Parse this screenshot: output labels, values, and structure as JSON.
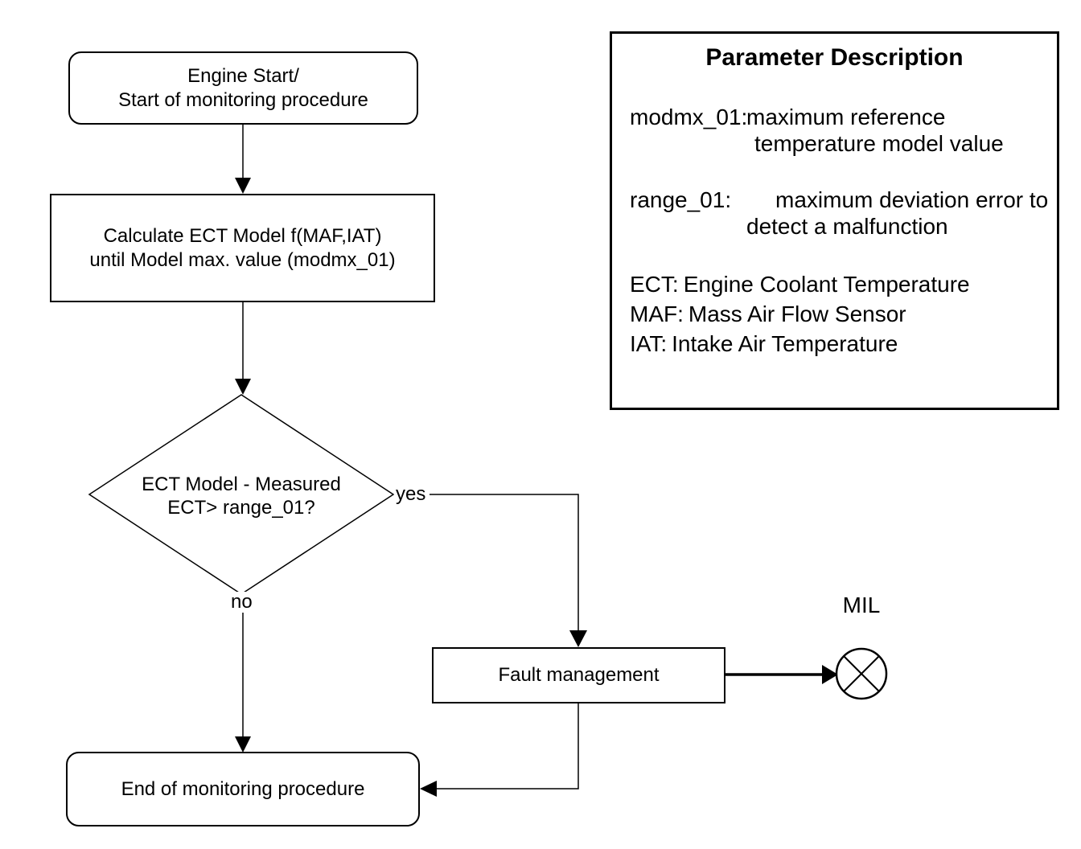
{
  "flowchart": {
    "start_node": {
      "line1": "Engine Start/",
      "line2": "Start of monitoring procedure"
    },
    "calculate_node": {
      "line1": "Calculate ECT Model f(MAF,IAT)",
      "line2": "until Model max. value (modmx_01)"
    },
    "decision_node": {
      "line1": "ECT Model - Measured",
      "line2": "ECT> range_01?"
    },
    "yes_label": "yes",
    "no_label": "no",
    "fault_node": {
      "label": "Fault management"
    },
    "end_node": {
      "label": "End of monitoring procedure"
    },
    "mil_label": "MIL"
  },
  "param_box": {
    "title": "Parameter Description",
    "entries": [
      {
        "term": "modmx_01:",
        "def_line1": "maximum reference",
        "def_line2": "temperature model value"
      },
      {
        "term": "range_01:",
        "def_line1": "maximum deviation error to",
        "def_line2": "detect a malfunction"
      }
    ],
    "abbreviations": [
      {
        "term": "ECT:",
        "definition": "Engine Coolant Temperature"
      },
      {
        "term": "MAF:",
        "definition": "Mass Air Flow Sensor"
      },
      {
        "term": "IAT:",
        "definition": "Intake Air Temperature"
      }
    ]
  },
  "colors": {
    "ink": "#000000",
    "background": "#ffffff"
  }
}
